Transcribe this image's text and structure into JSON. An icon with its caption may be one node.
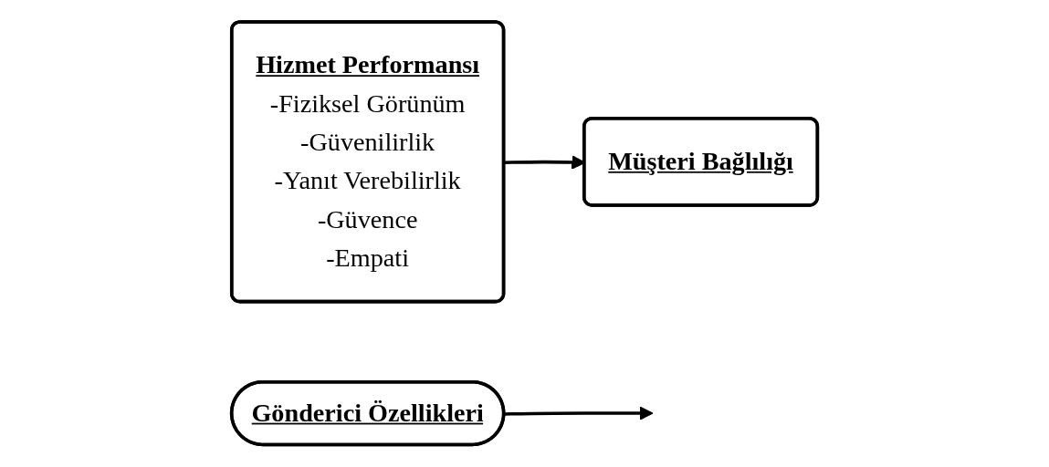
{
  "diagram": {
    "nodes": [
      {
        "text": [
          "Hizmet Performansı",
          "-Fiziksel Görünüm",
          "-Güvenilirlik",
          "-Yanıt Verebilirlik",
          "-Güvence",
          "-Empati"
        ]
      },
      {
        "text": [
          "Gönderici Özellikleri"
        ]
      },
      {
        "text": [
          "Müşteri Bağlılığı"
        ]
      }
    ],
    "edges": [
      {
        "from": 0,
        "to": 2,
        "arrow": "to"
      },
      {
        "from": 1,
        "to": null,
        "arrow": "to"
      }
    ]
  }
}
